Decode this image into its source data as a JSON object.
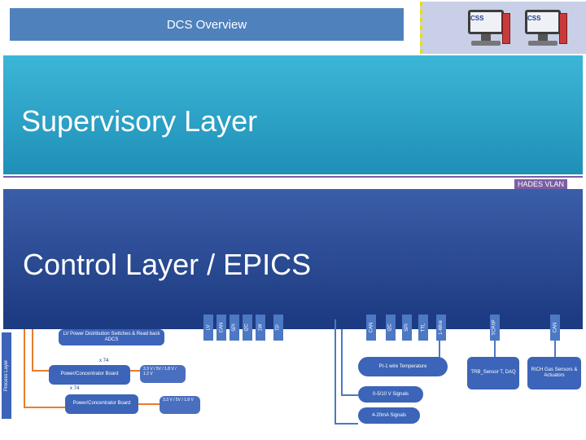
{
  "title": "DCS Overview",
  "supervisory_layer": {
    "label": "Supervisory Layer"
  },
  "hades_vlan": {
    "label": "HADES VLAN"
  },
  "control_layer": {
    "label": "Control Layer / EPICS"
  },
  "server_logos": [
    "CSS",
    "CSS"
  ],
  "field": {
    "side_label": "Process Layer",
    "lv_box": "LV Power Distribution Switches & Read back ADCS",
    "x74_top": "x 74",
    "x74_bottom": "x 74",
    "concentrator_1": "Power/Concentrator Board",
    "concentrator_2": "Power/Concentrator Board",
    "orange_1": "3.3 V / 5V / 1.8 V / 1.2 V",
    "orange_2": "3.3 V / 5V / 1.8 V",
    "temperature": "Pt-1 wire Temperature",
    "signals_0_10": "0-5/10 V Signals",
    "signals_4_20": "4-20mA Signals",
    "trb": "TRB_Sensor T, DAQ",
    "rich": "RICH Gas Sensors & Actuators"
  },
  "tags": [
    "LV",
    "CAN",
    "SPI",
    "I2C",
    "1W",
    "TP",
    "CAN",
    "I2C",
    "SPI",
    "TTL",
    "1-Wire",
    "TCP/IP",
    "CAN"
  ]
}
